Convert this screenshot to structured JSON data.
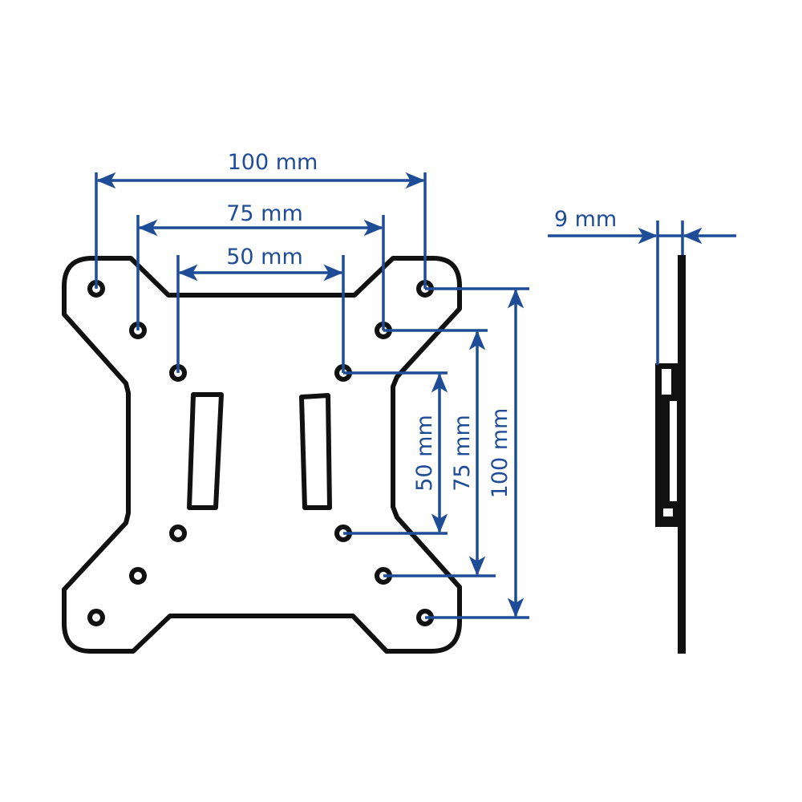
{
  "colors": {
    "dimension": "#1e4c96",
    "outline": "#111111"
  },
  "front_view": {
    "horizontal_dims": [
      {
        "label": "100 mm",
        "value_mm": 100
      },
      {
        "label": "75 mm",
        "value_mm": 75
      },
      {
        "label": "50 mm",
        "value_mm": 50
      }
    ],
    "vertical_dims": [
      {
        "label": "50 mm",
        "value_mm": 50
      },
      {
        "label": "75 mm",
        "value_mm": 75
      },
      {
        "label": "100 mm",
        "value_mm": 100
      }
    ]
  },
  "side_view": {
    "thickness": {
      "label": "9 mm",
      "value_mm": 9
    }
  }
}
